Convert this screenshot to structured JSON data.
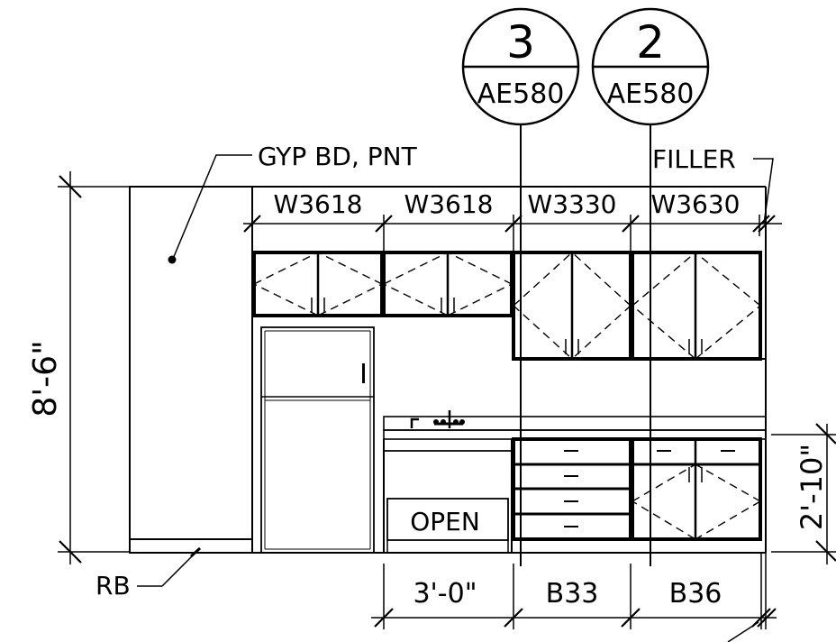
{
  "section_markers": [
    {
      "number": "3",
      "sheet": "AE580"
    },
    {
      "number": "2",
      "sheet": "AE580"
    }
  ],
  "labels": {
    "wall_finish": "GYP BD, PNT",
    "filler": "FILLER",
    "base": "RB",
    "open": "OPEN"
  },
  "upper_cabinets": [
    "W3618",
    "W3618",
    "W3330",
    "W3630"
  ],
  "base_cabinets": [
    "3'-0\"",
    "B33",
    "B36"
  ],
  "dimensions": {
    "overall_height": "8'-6\"",
    "counter_height": "2'-10\""
  }
}
